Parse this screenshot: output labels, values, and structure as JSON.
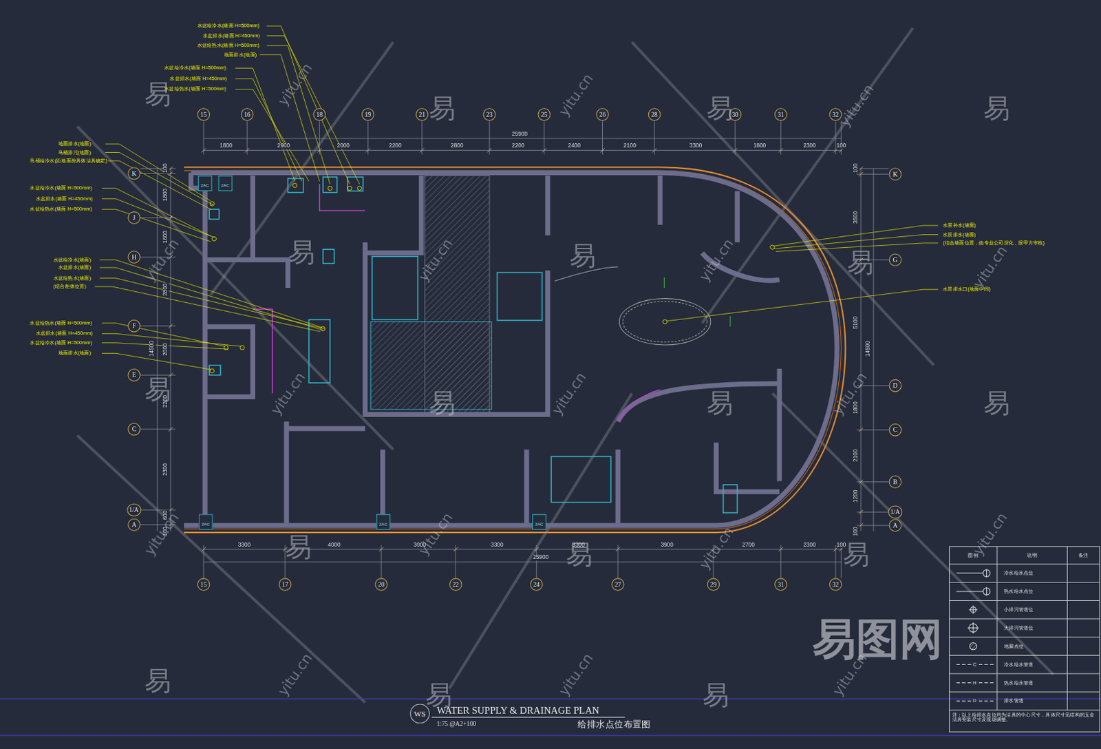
{
  "diagram": {
    "title": "WATER SUPPLY & DRAINAGE PLAN",
    "caption": "给排水点位布置图",
    "nodes": [
      {
        "text": [
          "15"
        ]
      },
      {
        "text": [
          "16"
        ]
      },
      {
        "text": [
          "18"
        ]
      },
      {
        "text": [
          "19"
        ]
      },
      {
        "text": [
          "21"
        ]
      },
      {
        "text": [
          "23"
        ]
      },
      {
        "text": [
          "25"
        ]
      },
      {
        "text": [
          "26"
        ]
      },
      {
        "text": [
          "28"
        ]
      },
      {
        "text": [
          "30"
        ]
      },
      {
        "text": [
          "31"
        ]
      },
      {
        "text": [
          "32"
        ]
      },
      {
        "text": [
          "15"
        ]
      },
      {
        "text": [
          "17"
        ]
      },
      {
        "text": [
          "20"
        ]
      },
      {
        "text": [
          "22"
        ]
      },
      {
        "text": [
          "24"
        ]
      },
      {
        "text": [
          "27"
        ]
      },
      {
        "text": [
          "29"
        ]
      },
      {
        "text": [
          "31"
        ]
      },
      {
        "text": [
          "32"
        ]
      },
      {
        "text": [
          "K"
        ]
      },
      {
        "text": [
          "J"
        ]
      },
      {
        "text": [
          "H"
        ]
      },
      {
        "text": [
          "F"
        ]
      },
      {
        "text": [
          "E"
        ]
      },
      {
        "text": [
          "C"
        ]
      },
      {
        "text": [
          "1/A"
        ]
      },
      {
        "text": [
          "A"
        ]
      },
      {
        "text": [
          "K"
        ]
      },
      {
        "text": [
          "G"
        ]
      },
      {
        "text": [
          "D"
        ]
      },
      {
        "text": [
          "C"
        ]
      },
      {
        "text": [
          "B"
        ]
      },
      {
        "text": [
          "1/A"
        ]
      },
      {
        "text": [
          "A"
        ]
      },
      {
        "text": [
          "2AC"
        ]
      },
      {
        "text": [
          "2AC"
        ]
      },
      {
        "text": [
          "2AC"
        ]
      },
      {
        "text": [
          "2AC"
        ]
      },
      {
        "text": [
          "2AC"
        ]
      },
      {
        "text": [
          "WS"
        ]
      }
    ],
    "labels": [
      "25900",
      "1800",
      "2900",
      "2000",
      "2200",
      "2800",
      "2200",
      "2400",
      "2100",
      "3300",
      "1800",
      "2300",
      "100",
      "3300",
      "4000",
      "3000",
      "3300",
      "3300",
      "3900",
      "2700",
      "2300",
      "100",
      "25900",
      "100",
      "1800",
      "1600",
      "2800",
      "2000",
      "2200",
      "2300",
      "600",
      "100",
      "14500",
      "100",
      "3500",
      "5100",
      "1800",
      "2100",
      "1200",
      "100",
      "14500",
      "水盆给冷水(墙面 H=500mm)",
      "水盆排水(墙面 H=450mm)",
      "水盆给热水(墙面 H=500mm)",
      "地面排水(地面)",
      "水盆给冷水(墙面 H=500mm)",
      "水盆排水(墙面 H=450mm)",
      "水盆给热水(墙面 H=500mm)",
      "地面排水(地面)",
      "马桶排污(地面)",
      "马桶给冷水(距地面按具体洁具确定)",
      "水盆给冷水(墙面 H=500mm)",
      "水盆排水(墙面 H=450mm)",
      "水盆给热水(墙面 H=500mm)",
      "水盆给冷水(墙面)",
      "水盆排水(墙面)",
      "水盆给热水(墙面)",
      "(结合柜体位置)",
      "水盆给热水(墙面 H=500mm)",
      "水盆排水(墙面 H=450mm)",
      "水盆给冷水(墙面 H=500mm)",
      "地面排水(地面)",
      "水景补水(墙面)",
      "水景排水(墙面)",
      "(结合墙面位置，由专业公司深化，报甲方审核)",
      "水景排水口(地面中间)",
      "1:75 @A2+100",
      "图例",
      "说明",
      "备注",
      "C",
      "H",
      "D",
      "注：以上给排水点位均为洁具的中心尺寸，具体尺寸见结构的五金洁具安装尺寸及现场调整。",
      "易",
      "易",
      "易",
      "易",
      "易",
      "易",
      "易",
      "易",
      "易",
      "易",
      "易",
      "易",
      "易",
      "易",
      "易",
      "易",
      "易",
      "yitu.cn",
      "yitu.cn",
      "yitu.cn",
      "yitu.cn",
      "yitu.cn",
      "yitu.cn",
      "yitu.cn",
      "yitu.cn",
      "yitu.cn",
      "yitu.cn",
      "yitu.cn",
      "yitu.cn",
      "yitu.cn",
      "yitu.cn",
      "yitu.cn",
      "yitu.cn",
      "yitu.cn",
      "易图网"
    ],
    "legend": [
      {
        "text": "冷水给水点位"
      },
      {
        "text": "热水给水点位"
      },
      {
        "text": "小排污管道位"
      },
      {
        "text": "大排污管道位"
      },
      {
        "text": "地漏点位"
      },
      {
        "text": "冷水给水管道"
      },
      {
        "text": "热水给水管道"
      },
      {
        "text": "排水管道"
      }
    ]
  }
}
